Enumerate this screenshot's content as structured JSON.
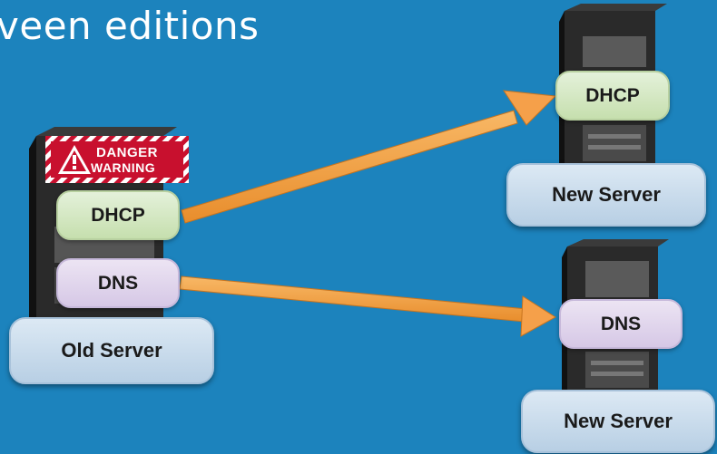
{
  "slide": {
    "title_fragment": "veen editions"
  },
  "warning": {
    "line1": "DANGER",
    "line2": "WARNING",
    "icon": "warning-triangle-icon"
  },
  "old_server": {
    "label": "Old Server",
    "roles": [
      "DHCP",
      "DNS"
    ]
  },
  "new_server_dhcp": {
    "label": "New Server",
    "role": "DHCP"
  },
  "new_server_dns": {
    "label": "New Server",
    "role": "DNS"
  },
  "colors": {
    "background": "#1c83bd",
    "arrow": "#f5a04a",
    "danger_red": "#c8102e"
  }
}
